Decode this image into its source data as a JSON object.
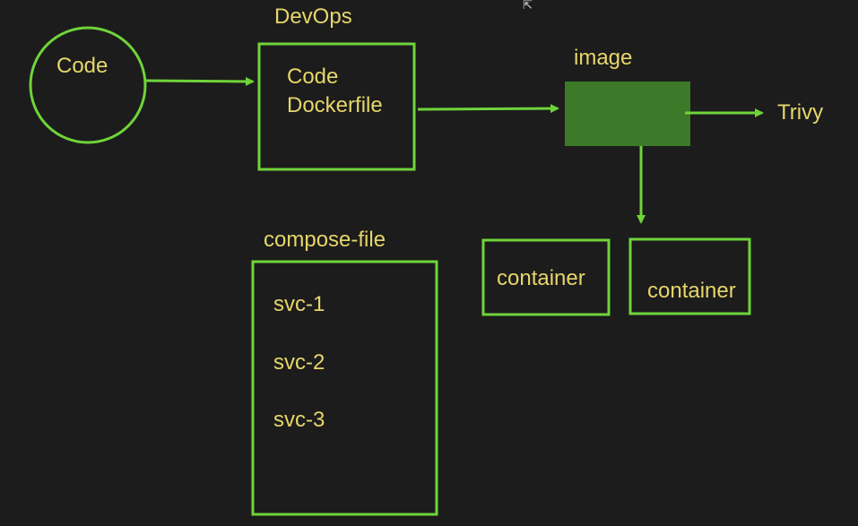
{
  "colors": {
    "background": "#1c1c1c",
    "stroke": "#6fd43a",
    "image_fill": "#3c7a2a",
    "text": "#e6d66a"
  },
  "nodes": {
    "code": {
      "label": "Code"
    },
    "devops": {
      "title": "DevOps",
      "lines": [
        "Code",
        "Dockerfile"
      ]
    },
    "image": {
      "title": "image"
    },
    "trivy": {
      "label": "Trivy"
    },
    "containers": [
      {
        "label": "container"
      },
      {
        "label": "container"
      }
    ],
    "compose": {
      "title": "compose-file",
      "services": [
        "svc-1",
        "svc-2",
        "svc-3"
      ]
    }
  },
  "edges": [
    {
      "from": "code",
      "to": "devops"
    },
    {
      "from": "devops",
      "to": "image"
    },
    {
      "from": "image",
      "to": "trivy"
    },
    {
      "from": "image",
      "to": "container"
    }
  ],
  "cursor": {
    "icon": "mouse-pointer-icon"
  }
}
